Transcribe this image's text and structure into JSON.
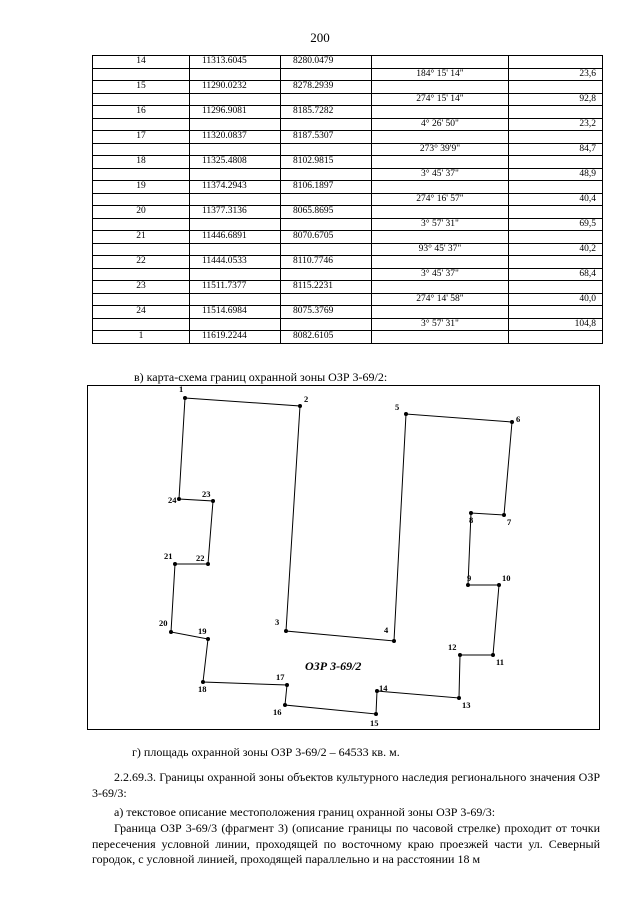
{
  "page_number": "200",
  "table": {
    "rows": [
      {
        "num": "14",
        "x": "11313.6045",
        "y": "8280.0479"
      },
      {
        "num": "15",
        "x": "11290.0232",
        "y": "8278.2939"
      },
      {
        "num": "16",
        "x": "11296.9081",
        "y": "8185.7282"
      },
      {
        "num": "17",
        "x": "11320.0837",
        "y": "8187.5307"
      },
      {
        "num": "18",
        "x": "11325.4808",
        "y": "8102.9815"
      },
      {
        "num": "19",
        "x": "11374.2943",
        "y": "8106.1897"
      },
      {
        "num": "20",
        "x": "11377.3136",
        "y": "8065.8695"
      },
      {
        "num": "21",
        "x": "11446.6891",
        "y": "8070.6705"
      },
      {
        "num": "22",
        "x": "11444.0533",
        "y": "8110.7746"
      },
      {
        "num": "23",
        "x": "11511.7377",
        "y": "8115.2231"
      },
      {
        "num": "24",
        "x": "11514.6984",
        "y": "8075.3769"
      },
      {
        "num": "1",
        "x": "11619.2244",
        "y": "8082.6105"
      }
    ],
    "segments": [
      {
        "angle": "184° 15' 14\"",
        "length": "23,6"
      },
      {
        "angle": "274° 15' 14\"",
        "length": "92,8"
      },
      {
        "angle": "4° 26' 50\"",
        "length": "23,2"
      },
      {
        "angle": "273° 39'9\"",
        "length": "84,7"
      },
      {
        "angle": "3° 45' 37\"",
        "length": "48,9"
      },
      {
        "angle": "274° 16' 57\"",
        "length": "40,4"
      },
      {
        "angle": "3° 57' 31\"",
        "length": "69,5"
      },
      {
        "angle": "93° 45' 37\"",
        "length": "40,2"
      },
      {
        "angle": "3° 45' 37\"",
        "length": "68,4"
      },
      {
        "angle": "274° 14' 58\"",
        "length": "40,0"
      },
      {
        "angle": "3° 57' 31\"",
        "length": "104,8"
      }
    ]
  },
  "map_caption": "в) карта-схема границ охранной зоны ОЗР 3-69/2:",
  "map": {
    "zone_label": "ОЗР 3-69/2",
    "points": [
      {
        "label": "1"
      },
      {
        "label": "2"
      },
      {
        "label": "3"
      },
      {
        "label": "4"
      },
      {
        "label": "5"
      },
      {
        "label": "6"
      },
      {
        "label": "7"
      },
      {
        "label": "8"
      },
      {
        "label": "9"
      },
      {
        "label": "10"
      },
      {
        "label": "11"
      },
      {
        "label": "12"
      },
      {
        "label": "13"
      },
      {
        "label": "14"
      },
      {
        "label": "15"
      },
      {
        "label": "16"
      },
      {
        "label": "17"
      },
      {
        "label": "18"
      },
      {
        "label": "19"
      },
      {
        "label": "20"
      },
      {
        "label": "21"
      },
      {
        "label": "22"
      },
      {
        "label": "23"
      },
      {
        "label": "24"
      }
    ]
  },
  "area_text": "г) площадь охранной зоны ОЗР 3-69/2 – 64533 кв. м.",
  "para1": "2.2.69.3. Границы охранной зоны объектов культурного наследия регионального значения ОЗР 3-69/3:",
  "para2": "а) текстовое описание местоположения границ охранной зоны ОЗР 3-69/3:",
  "para3": "Граница ОЗР 3-69/3 (фрагмент 3) (описание границы по часовой стрелке) проходит от точки пересечения условной линии, проходящей по восточному краю проезжей части ул. Северный городок, с условной линией, проходящей параллельно и на расстоянии 18 м"
}
